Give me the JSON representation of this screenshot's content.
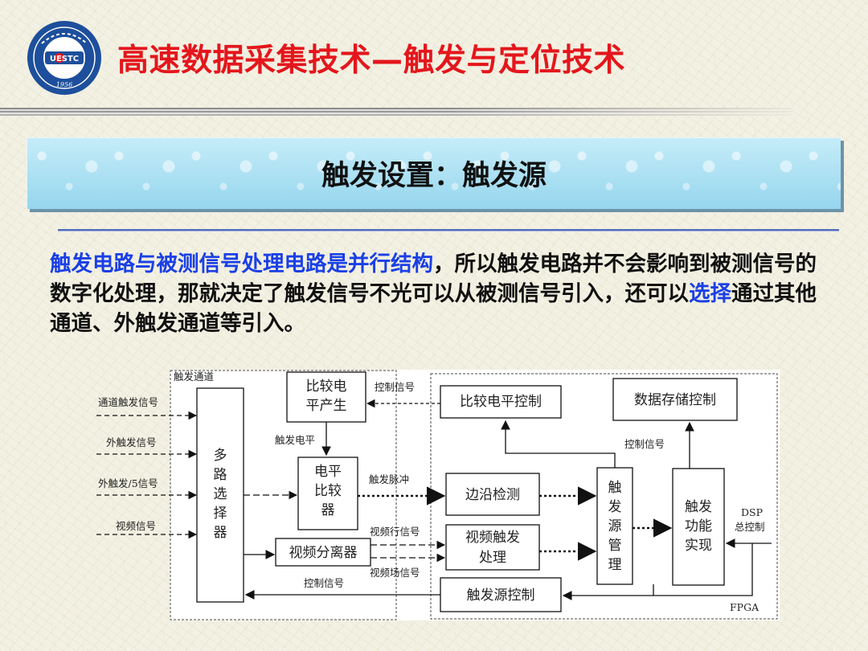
{
  "header": {
    "title": "高速数据采集技术—触发与定位技术",
    "logo": {
      "icon": "uestc-emblem-icon",
      "text": "UESTC",
      "year": "1956"
    }
  },
  "banner": {
    "title": "触发设置：触发源"
  },
  "body": {
    "segments": [
      {
        "text": "触发电路与被测信号处理电路是并行结构",
        "color": "#1a3fe6"
      },
      {
        "text": "，所以触发电路并不会影响到被测信号的数字化处理，那就决定了触发信号不光可以从被测信号引入，还可以",
        "color": "#111111"
      },
      {
        "text": "选择",
        "color": "#1a3fe6"
      },
      {
        "text": "通过其他通道、外触发通道等引入。",
        "color": "#111111"
      }
    ]
  },
  "diagram": {
    "group_left": "触发通道",
    "group_right": "FPGA",
    "inputs": [
      "通道触发信号",
      "外触发信号",
      "外触发/5信号",
      "视频信号"
    ],
    "mux": [
      "多",
      "路",
      "选",
      "择",
      "器"
    ],
    "compare_gen": [
      "比较电",
      "平产生"
    ],
    "comparator": [
      "电平",
      "比较",
      "器"
    ],
    "video_sep": "视频分离器",
    "level_ctrl": "比较电平控制",
    "storage_ctrl": "数据存储控制",
    "edge_detect": "边沿检测",
    "video_trig": [
      "视频触发",
      "处理"
    ],
    "trig_source_mgmt": [
      "触",
      "发",
      "源",
      "管",
      "理"
    ],
    "trig_func": [
      "触发",
      "功能",
      "实现"
    ],
    "trig_source_ctrl": "触发源控制",
    "labels": {
      "control_signal_top": "控制信号",
      "trigger_level": "触发电平",
      "control_signal_mid": "控制信号",
      "trigger_pulse": "触发脉冲",
      "video_line_sync": "视频行信号",
      "video_field_sync": "视频场信号",
      "control_signal_bottom": "控制信号",
      "dsp_line1": "DSP",
      "dsp_line2": "总控制"
    }
  }
}
